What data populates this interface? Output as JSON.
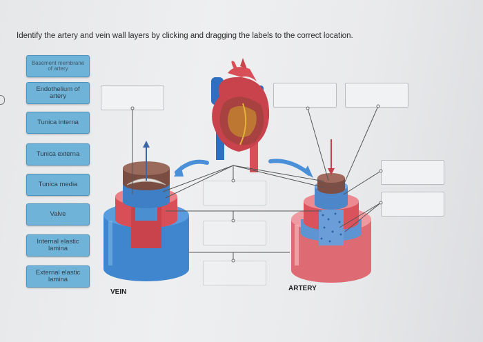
{
  "instruction": "Identify the artery and vein wall layers by clicking and dragging the labels to the correct location.",
  "labels": [
    {
      "text": "Basement membrane of artery"
    },
    {
      "text": "Endothelium of artery"
    },
    {
      "text": "Tunica interna"
    },
    {
      "text": "Tunica externa"
    },
    {
      "text": "Tunica media"
    },
    {
      "text": "Valve"
    },
    {
      "text": "Internal elastic lamina"
    },
    {
      "text": "External elastic lamina"
    }
  ],
  "diagram": {
    "vein_label": "VEIN",
    "artery_label": "ARTERY"
  },
  "colors": {
    "label_fill": "#6fb3d8",
    "vessel_red": "#d94f58",
    "vessel_blue": "#4a8fd0"
  }
}
